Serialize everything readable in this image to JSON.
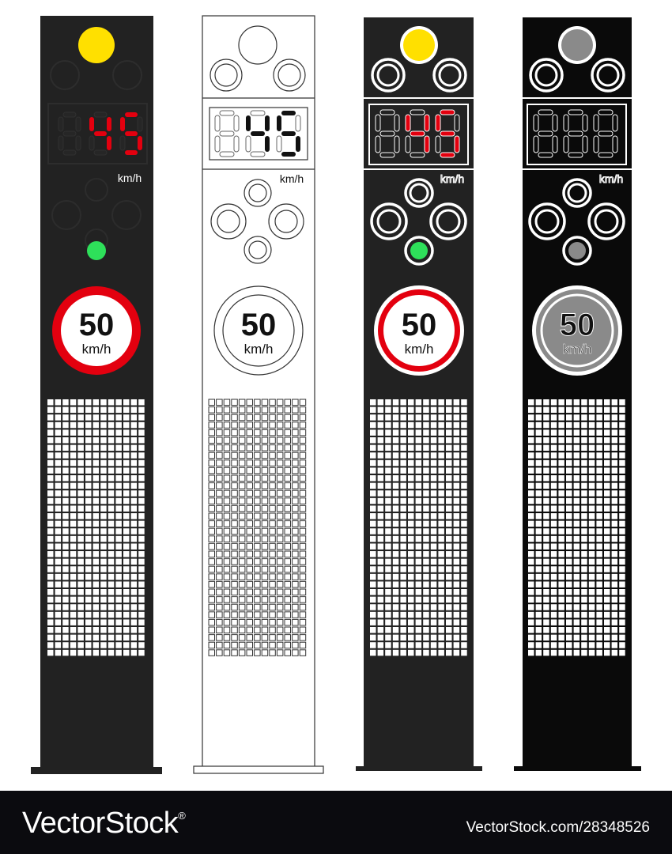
{
  "signs": [
    {
      "variant": "dark-color",
      "display_digits": "45",
      "display_unit": "km/h",
      "limit_value": "50",
      "limit_unit": "km/h",
      "top_lamp": "yellow",
      "bottom_lamp": "green"
    },
    {
      "variant": "outline",
      "display_digits": "45",
      "display_unit": "km/h",
      "limit_value": "50",
      "limit_unit": "km/h",
      "top_lamp": "none",
      "bottom_lamp": "none"
    },
    {
      "variant": "dark-detailed",
      "display_digits": "45",
      "display_unit": "km/h",
      "limit_value": "50",
      "limit_unit": "km/h",
      "top_lamp": "yellow",
      "bottom_lamp": "green"
    },
    {
      "variant": "black-gray",
      "display_digits": "",
      "display_unit": "km/h",
      "limit_value": "50",
      "limit_unit": "km/h",
      "top_lamp": "gray",
      "bottom_lamp": "gray"
    }
  ],
  "colors": {
    "panel_dark": "#222222",
    "panel_black": "#0a0a0a",
    "yellow_lamp": "#ffe000",
    "green_lamp": "#2ee05a",
    "red_digit": "#e3000f",
    "gray": "#8a8a8a",
    "ring_red": "#e3000f"
  },
  "footer": {
    "brand": "VectorStock",
    "registered_mark": "®",
    "stock_id": "VectorStock.com/28348526"
  }
}
